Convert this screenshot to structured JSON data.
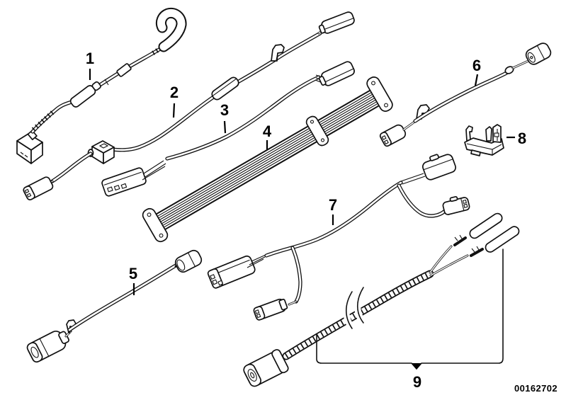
{
  "diagram": {
    "background_color": "#ffffff",
    "line_color": "#111111",
    "part_number": "00162702",
    "callouts": [
      {
        "label": "1"
      },
      {
        "label": "2"
      },
      {
        "label": "3"
      },
      {
        "label": "4"
      },
      {
        "label": "5"
      },
      {
        "label": "6"
      },
      {
        "label": "7"
      },
      {
        "label": "8"
      },
      {
        "label": "9"
      }
    ]
  }
}
